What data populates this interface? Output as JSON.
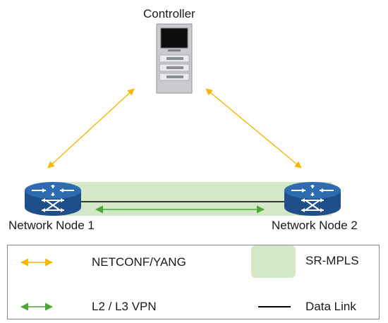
{
  "nodes": {
    "controller": {
      "label": "Controller",
      "icon": "server-icon"
    },
    "node1": {
      "label": "Network Node 1",
      "icon": "router-icon"
    },
    "node2": {
      "label": "Network Node 2",
      "icon": "router-icon"
    }
  },
  "legend": {
    "netconf": {
      "label": "NETCONF/YANG",
      "color": "#f5b800"
    },
    "vpn": {
      "label": "L2 / L3 VPN",
      "color": "#4da636"
    },
    "srmpls": {
      "label": "SR-MPLS",
      "color": "#d4e8c8"
    },
    "datalink": {
      "label": "Data Link",
      "color": "#000000"
    }
  },
  "colors": {
    "router_fill": "#1f4f8a",
    "server_fill": "#c9cbce",
    "netconf": "#f5b800",
    "vpn": "#4da636",
    "srmpls": "#d4e8c8"
  }
}
